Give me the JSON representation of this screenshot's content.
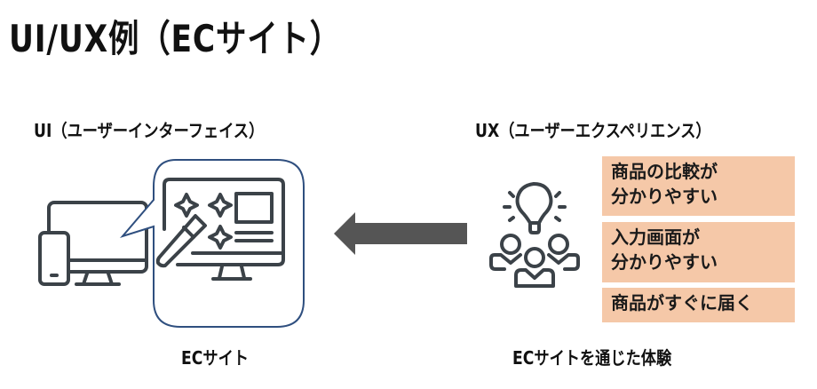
{
  "title": "UI/UX例（ECサイト）",
  "ui_section": {
    "heading": "UI（ユーザーインターフェイス）",
    "caption": "ECサイト",
    "icons": [
      "desktop-monitor-icon",
      "smartphone-icon",
      "callout-bubble",
      "magic-wand-monitor-icon"
    ],
    "callout_border_color": "#2f4f7f"
  },
  "arrow": {
    "direction": "left",
    "color": "#555555"
  },
  "ux_section": {
    "heading": "UX（ユーザーエクスペリエンス）",
    "caption": "ECサイトを通じた体験",
    "icon": "people-idea-lightbulb-icon",
    "box_color": "#f5c8a8",
    "items": [
      {
        "text": "商品の比較が\n分かりやすい"
      },
      {
        "text": "入力画面が\n分かりやすい"
      },
      {
        "text": "商品がすぐに届く"
      }
    ]
  },
  "icon_color": "#3b4248"
}
